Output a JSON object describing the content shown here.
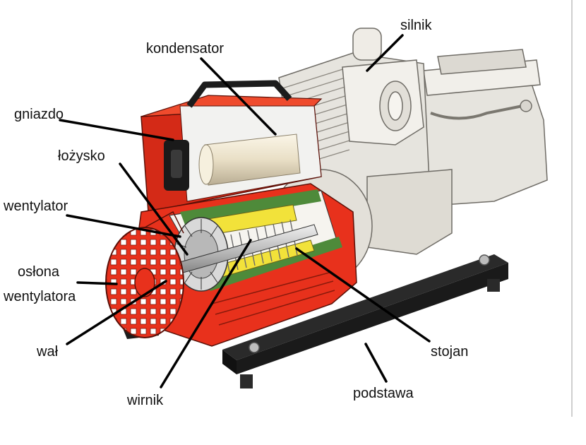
{
  "labels": {
    "silnik": "silnik",
    "kondensator": "kondensator",
    "gniazdo": "gniazdo",
    "lozysko": "łożysko",
    "wentylator": "wentylator",
    "oslona_line1": "osłona",
    "oslona_line2": "wentylatora",
    "wal": "wał",
    "wirnik": "wirnik",
    "stojan": "stojan",
    "podstawa": "podstawa"
  },
  "colors": {
    "housing_red": "#e8311c",
    "engine_grey": "#e6e4de",
    "insulation_green": "#4e8a3a",
    "winding_yellow": "#f2e23a",
    "base_black": "#1a1a1a"
  }
}
